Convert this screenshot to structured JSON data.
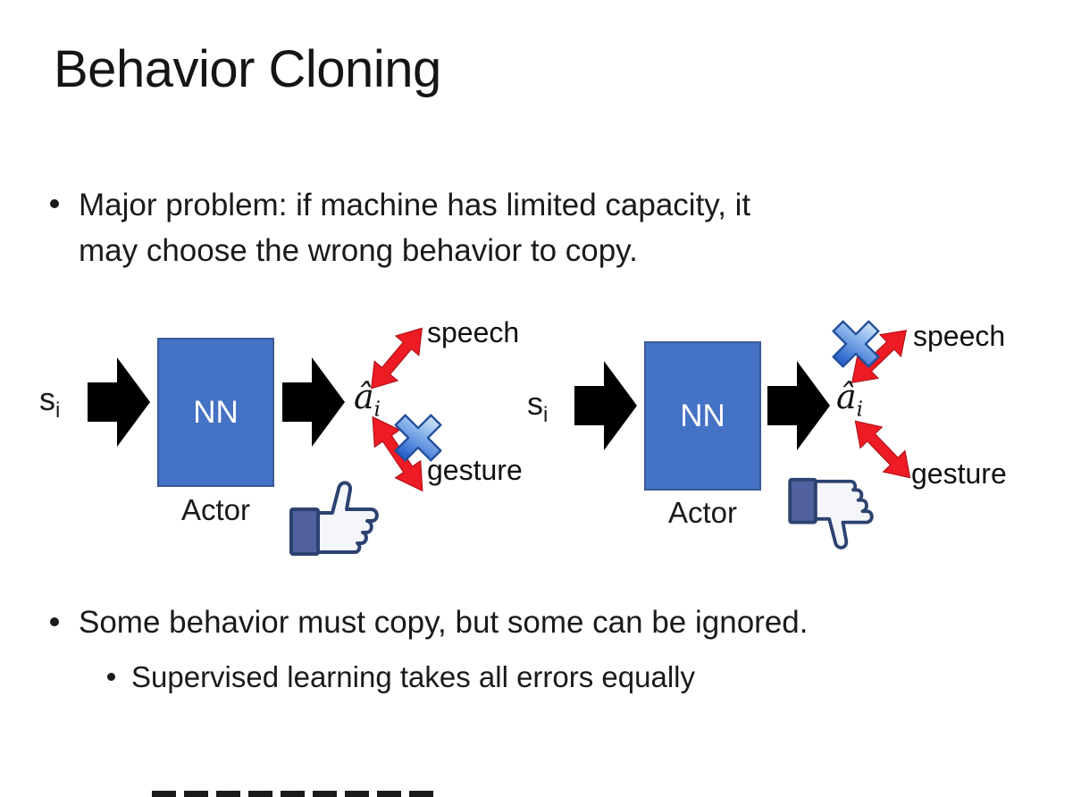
{
  "slide": {
    "title": "Behavior Cloning",
    "bullet1_lines": [
      "Major problem: if machine has limited capacity, it",
      "may choose the wrong behavior to copy."
    ],
    "bullet2": "Some behavior must copy, but some can be ignored.",
    "bullet2_sub": "Supervised learning takes all errors equally"
  },
  "diagrams": {
    "left": {
      "input": "s",
      "input_sub": "i",
      "box": "NN",
      "output": "â",
      "output_sub": "i",
      "branch_top": "speech",
      "branch_bottom": "gesture",
      "caption": "Actor",
      "crossed_branch": "gesture",
      "feedback_icon": "thumbs-up-icon"
    },
    "right": {
      "input": "s",
      "input_sub": "i",
      "box": "NN",
      "output": "â",
      "output_sub": "i",
      "branch_top": "speech",
      "branch_bottom": "gesture",
      "caption": "Actor",
      "crossed_branch": "speech",
      "feedback_icon": "thumbs-down-icon"
    }
  },
  "colors": {
    "nn_box_fill": "#4472C4",
    "nn_box_border": "#3A5A94",
    "black_arrow": "#000000",
    "red_arrow": "#ED1B24",
    "cross_blue": "#4E86DC",
    "thumb_outline": "#2C4270",
    "thumb_sleeve": "#51619E",
    "text": "#1A1A1A"
  }
}
